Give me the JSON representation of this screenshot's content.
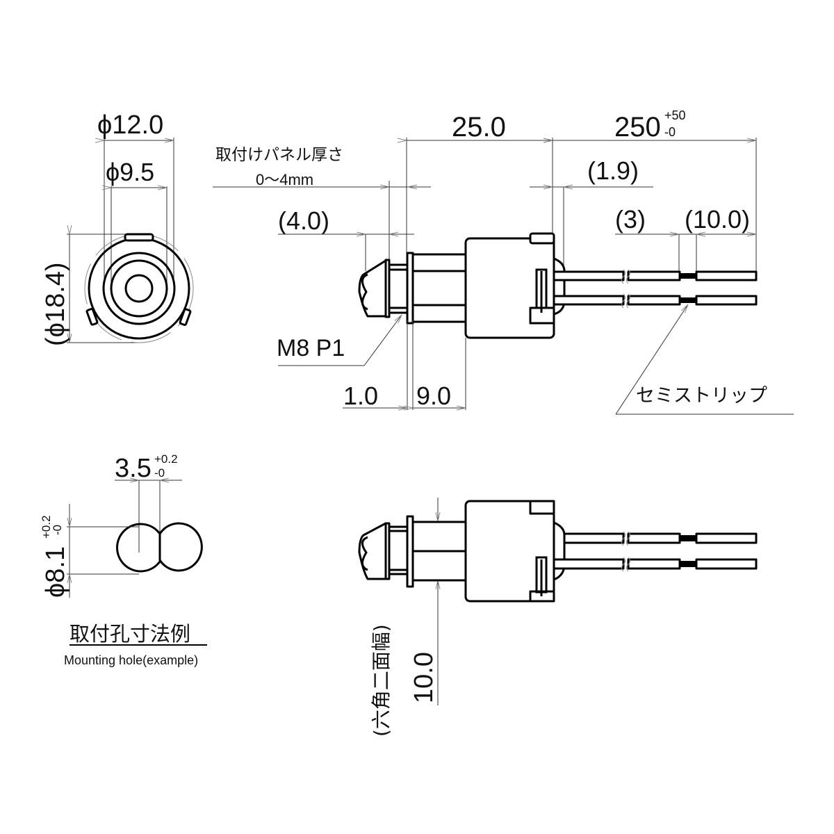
{
  "drawing": {
    "front_view": {
      "dims": {
        "outer_dia": "ϕ12.0",
        "inner_dia": "ϕ9.5",
        "body_dia": "(ϕ18.4)"
      }
    },
    "side_view": {
      "panel_label": "取付けパネル厚さ",
      "panel_range": "0～4mm",
      "dims": {
        "total_length": "25.0",
        "lead_length": "250",
        "lead_tol_plus": "+50",
        "lead_tol_minus": "-0",
        "lead_offset": "(1.9)",
        "lens_protrusion": "(4.0)",
        "strip_gap": "(3)",
        "strip_length": "(10.0)",
        "flange": "1.0",
        "thread_length": "9.0"
      },
      "thread_callout": "M8 P1",
      "strip_callout": "セミストリップ"
    },
    "mounting_hole": {
      "width": "3.5",
      "width_tol_plus": "+0.2",
      "width_tol_minus": "-0",
      "dia": "ϕ8.1",
      "dia_tol_plus": "+0.2",
      "dia_tol_minus": "-0",
      "title_jp": "取付孔寸法例",
      "title_en": "Mounting hole(example)"
    },
    "bottom_view": {
      "hex_label": "(六角二面幅)",
      "hex_value": "10.0"
    }
  }
}
